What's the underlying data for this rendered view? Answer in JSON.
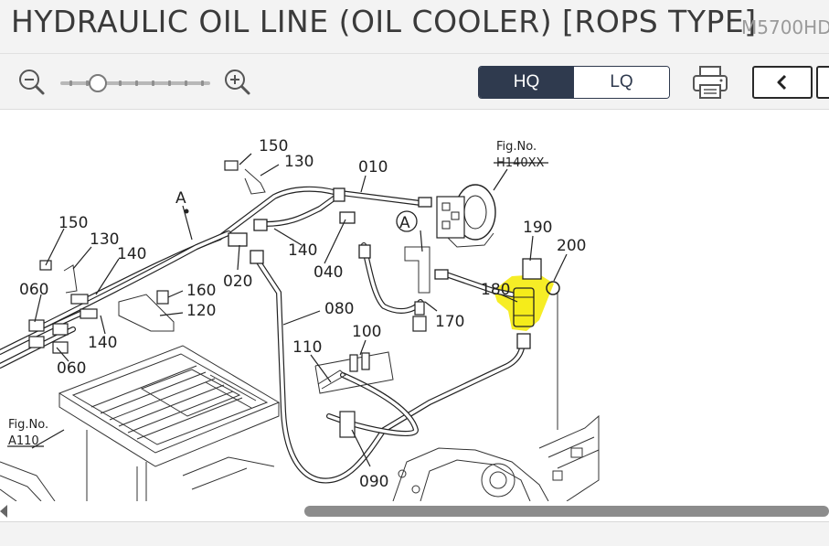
{
  "title": {
    "main": "HYDRAULIC OIL LINE (OIL COOLER) [ROPS TYPE]",
    "model": "M5700HD"
  },
  "toolbar": {
    "zoom_level_fraction": 0.25,
    "quality_options": [
      "HQ",
      "LQ"
    ],
    "quality_selected": "HQ",
    "icons": {
      "zoom_out": "zoom-out-icon",
      "zoom_in": "zoom-in-icon",
      "print": "printer-icon",
      "previous": "chevron-left-icon"
    }
  },
  "diagram": {
    "fig_refs": [
      {
        "label": "Fig.No.",
        "code": "H140XX"
      },
      {
        "label": "Fig.No.",
        "code": "A110"
      }
    ],
    "callout": "A",
    "parts": [
      "150",
      "130",
      "010",
      "A",
      "150",
      "130",
      "140",
      "140",
      "020",
      "040",
      "160",
      "120",
      "060",
      "140",
      "060",
      "080",
      "110",
      "100",
      "090",
      "170",
      "180",
      "190",
      "200"
    ],
    "highlight_part": "180",
    "highlight_color": "#f5ec1a"
  },
  "colors": {
    "accent": "#2f3a4e",
    "toolbar_bg": "#f3f3f3",
    "scroll_thumb": "#8c8c8c"
  }
}
